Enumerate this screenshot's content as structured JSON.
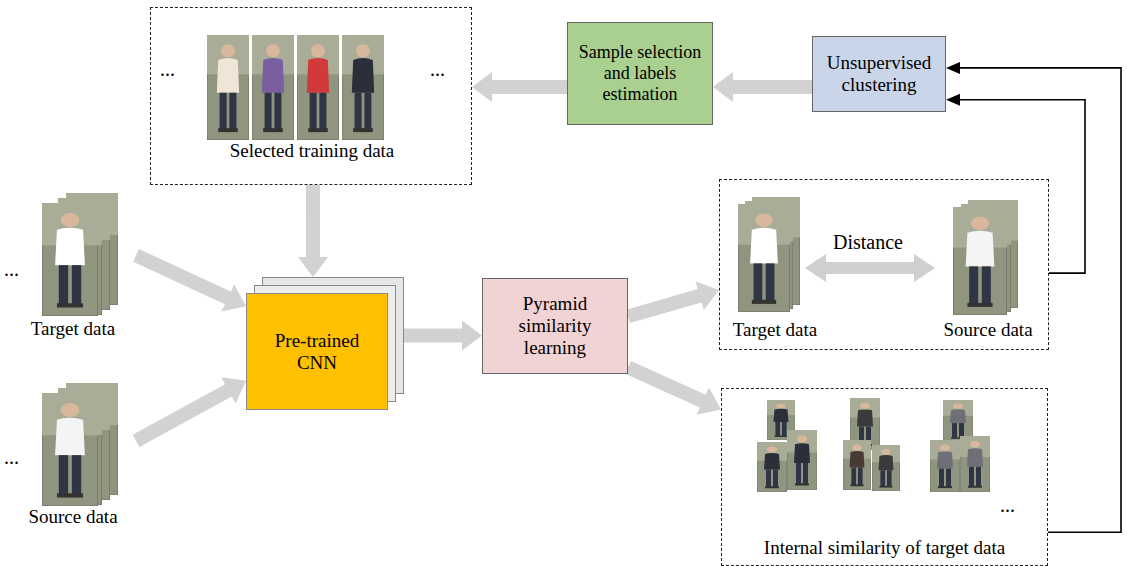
{
  "diagram": {
    "nodes": [
      {
        "text": [
          "Selected training data"
        ]
      },
      {
        "text": [
          "Sample selection and labels estimation"
        ]
      },
      {
        "text": [
          "Unsupervised clustering"
        ]
      },
      {
        "text": [
          "Target data"
        ]
      },
      {
        "text": [
          "Pre-trained CNN"
        ]
      },
      {
        "text": [
          "Pyramid similarity learning"
        ]
      },
      {
        "text": [
          "Target data",
          "Source data"
        ]
      },
      {
        "text": [
          "Source data"
        ]
      },
      {
        "text": [
          "Internal similarity of target data"
        ]
      }
    ],
    "edges": [
      {
        "from": 2,
        "to": 1,
        "arrow": "to"
      },
      {
        "from": 1,
        "to": 0,
        "arrow": "to"
      },
      {
        "from": 0,
        "to": 4,
        "arrow": "to"
      },
      {
        "from": 3,
        "to": 4,
        "arrow": "to"
      },
      {
        "from": 7,
        "to": 4,
        "arrow": "to"
      },
      {
        "from": 4,
        "to": 5,
        "arrow": "to"
      },
      {
        "from": 5,
        "to": 6,
        "arrow": "to"
      },
      {
        "from": 5,
        "to": 8,
        "arrow": "to"
      },
      {
        "from": 6,
        "to": 2,
        "arrow": "to"
      },
      {
        "from": 8,
        "to": 2,
        "arrow": "to"
      }
    ],
    "labels": [
      "...",
      "...",
      "...",
      "...",
      "Distance",
      "..."
    ]
  }
}
